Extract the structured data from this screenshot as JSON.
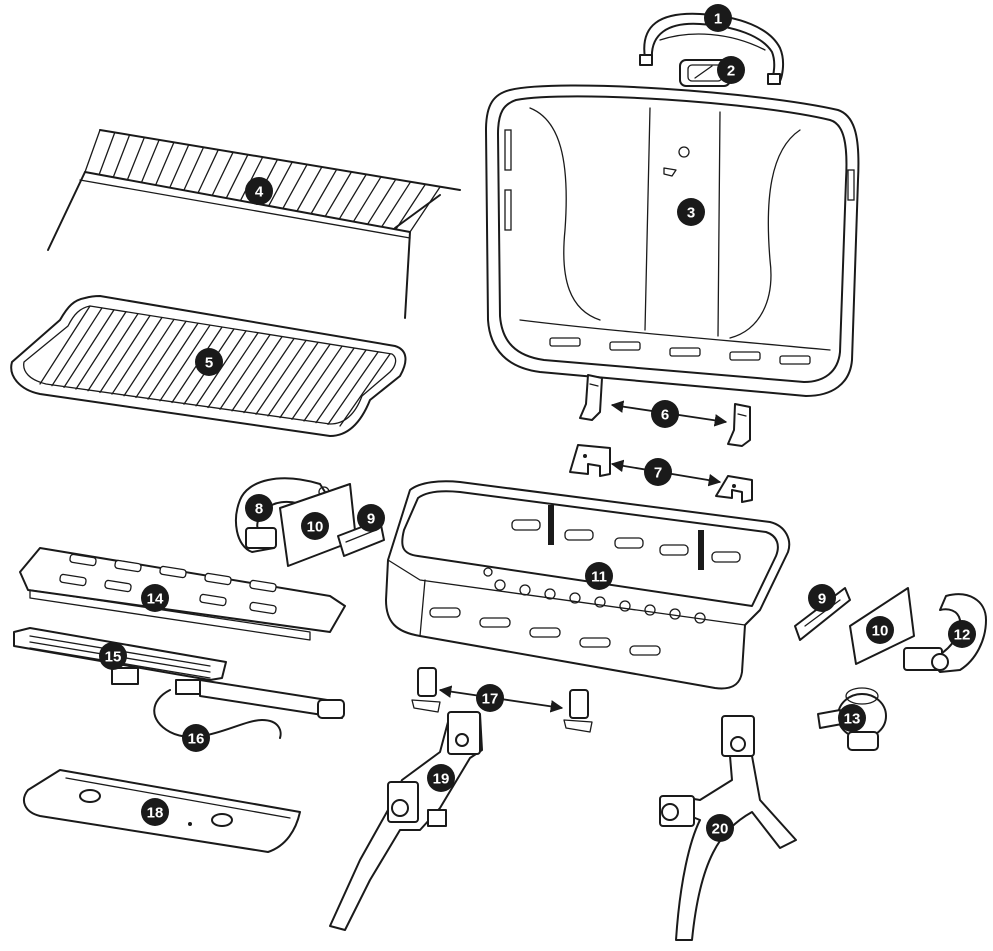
{
  "parts": [
    {
      "label": "1"
    },
    {
      "label": "2"
    },
    {
      "label": "3"
    },
    {
      "label": "4"
    },
    {
      "label": "5"
    },
    {
      "label": "6"
    },
    {
      "label": "7"
    },
    {
      "label": "8"
    },
    {
      "label": "9"
    },
    {
      "label": "10"
    },
    {
      "label": "11"
    },
    {
      "label": "12"
    },
    {
      "label": "13"
    },
    {
      "label": "14"
    },
    {
      "label": "15"
    },
    {
      "label": "16"
    },
    {
      "label": "17"
    },
    {
      "label": "18"
    },
    {
      "label": "19"
    },
    {
      "label": "20"
    },
    {
      "label": "9"
    },
    {
      "label": "10"
    }
  ]
}
